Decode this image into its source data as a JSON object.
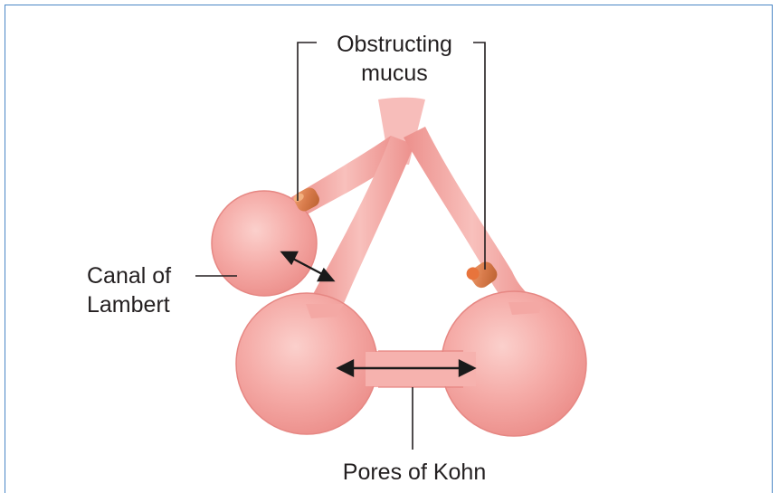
{
  "labels": {
    "obstructing_line1": "Obstructing",
    "obstructing_line2": "mucus",
    "canal_line1": "Canal of",
    "canal_line2": "Lambert",
    "pores": "Pores of Kohn"
  },
  "colors": {
    "tissue": "#f4a3a0",
    "tissue_edge": "#e0807d",
    "tissue_highlight": "#f9c3c0",
    "mucus": "#d77a4a",
    "mucus_dark": "#b9602f",
    "mucus_highlight": "#f0a070",
    "frame_border": "#4a86c5",
    "leader_line": "#231f20"
  }
}
